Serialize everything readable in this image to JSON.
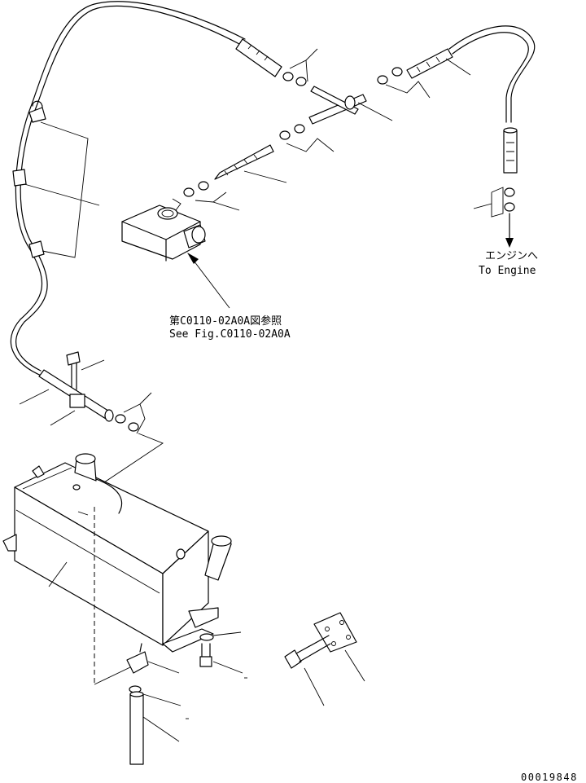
{
  "annotations": {
    "engine_jp": "エンジンへ",
    "engine_en": "To Engine",
    "see_fig_jp": "第C0110-02A0A図参照",
    "see_fig_en": "See Fig.C0110-02A0A",
    "drawing_number": "00019848"
  },
  "colors": {
    "line": "#000000",
    "background": "#ffffff"
  }
}
